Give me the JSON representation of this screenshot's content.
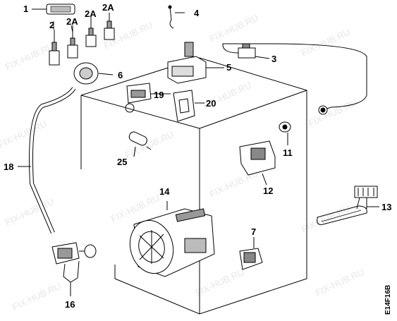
{
  "diagram": {
    "watermark": "FIX-HUB.RU",
    "code": "E14F16B",
    "parts": [
      {
        "id": "p1",
        "label": "1"
      },
      {
        "id": "p2",
        "label": "2"
      },
      {
        "id": "p2a",
        "label": "2A"
      },
      {
        "id": "p2b",
        "label": "2A"
      },
      {
        "id": "p2c",
        "label": "2A"
      },
      {
        "id": "p3",
        "label": "3"
      },
      {
        "id": "p4",
        "label": "4"
      },
      {
        "id": "p5",
        "label": "5"
      },
      {
        "id": "p6",
        "label": "6"
      },
      {
        "id": "p7",
        "label": "7"
      },
      {
        "id": "p11",
        "label": "11"
      },
      {
        "id": "p12",
        "label": "12"
      },
      {
        "id": "p13",
        "label": "13"
      },
      {
        "id": "p14",
        "label": "14"
      },
      {
        "id": "p16",
        "label": "16"
      },
      {
        "id": "p18",
        "label": "18"
      },
      {
        "id": "p19",
        "label": "19"
      },
      {
        "id": "p20",
        "label": "20"
      },
      {
        "id": "p25",
        "label": "25"
      }
    ]
  }
}
